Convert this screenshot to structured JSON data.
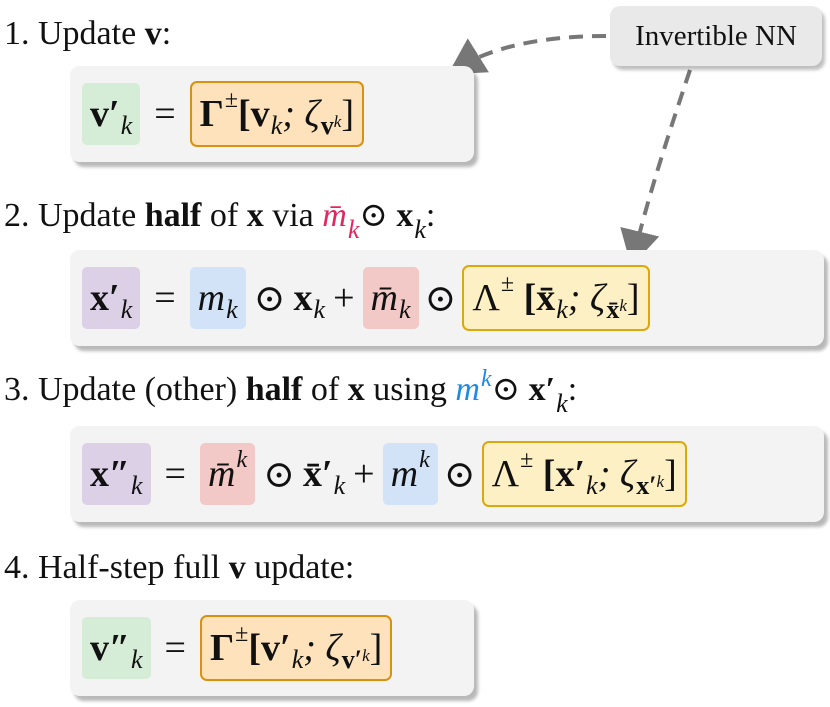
{
  "callout": {
    "label": "Invertible NN"
  },
  "steps": [
    {
      "number": "1.",
      "pre": "Update",
      "bold_var": "v",
      "post": ":"
    },
    {
      "number": "2.",
      "pre": "Update",
      "bold_word": "half",
      "mid": "of",
      "bold_var": "x",
      "via": "via",
      "mask": "m̄",
      "mask_sub": "k",
      "odot": "⊙",
      "var": "x",
      "var_sub": "k",
      "post": ":"
    },
    {
      "number": "3.",
      "pre": "Update (other)",
      "bold_word": "half",
      "mid": "of",
      "bold_var": "x",
      "via": "using",
      "mask": "m",
      "mask_sup": "k",
      "odot": "⊙",
      "var": "x′",
      "var_sub": "k",
      "post": ":"
    },
    {
      "number": "4.",
      "pre": "Half-step full",
      "bold_var": "v",
      "post": "update:"
    }
  ],
  "equations": {
    "eq1": {
      "lhs": "v′",
      "lhs_sub": "k",
      "eq": "=",
      "fn": "Γ",
      "fn_sup": "±",
      "arg": "[v",
      "arg_sub": "k",
      "sep": "; ζ",
      "zeta_sub": "v",
      "zeta_subsub": "k",
      "close": "]"
    },
    "eq2": {
      "lhs": "x′",
      "lhs_sub": "k",
      "eq": "=",
      "m": "m",
      "m_sub": "k",
      "odot": "⊙",
      "x": "x",
      "x_sub": "k",
      "plus": "+",
      "mbar": "m̄",
      "mbar_sub": "k",
      "odot2": "⊙",
      "fn": "Λ",
      "fn_sup": "±",
      "arg": "[x̄",
      "arg_sub": "k",
      "sep": "; ζ",
      "zeta_sub": "x̄",
      "zeta_subsub": "k",
      "close": "]"
    },
    "eq3": {
      "lhs": "x″",
      "lhs_sub": "k",
      "eq": "=",
      "mbar": "m̄",
      "mbar_sup": "k",
      "odot": "⊙",
      "x": "x̄′",
      "x_sub": "k",
      "plus": "+",
      "m": "m",
      "m_sup": "k",
      "odot2": "⊙",
      "fn": "Λ",
      "fn_sup": "±",
      "arg": "[x′",
      "arg_sub": "k",
      "sep": "; ζ",
      "zeta_sub": "x′",
      "zeta_subsub": "k",
      "close": "]"
    },
    "eq4": {
      "lhs": "v″",
      "lhs_sub": "k",
      "eq": "=",
      "fn": "Γ",
      "fn_sup": "±",
      "arg": "[v′",
      "arg_sub": "k",
      "sep": "; ζ",
      "zeta_sub": "v′",
      "zeta_subsub": "k",
      "close": "]"
    }
  },
  "colors": {
    "green": "#d5ecd7",
    "purple": "#dcd0e7",
    "blue": "#d3e3f7",
    "red": "#f2c9c6",
    "orange_fill": "#fde2bc",
    "orange_border": "#d9920f",
    "yellow_fill": "#fdf0c4",
    "yellow_border": "#dba80e",
    "pink_text": "#e3275e",
    "blue_text": "#1f8ae6"
  }
}
